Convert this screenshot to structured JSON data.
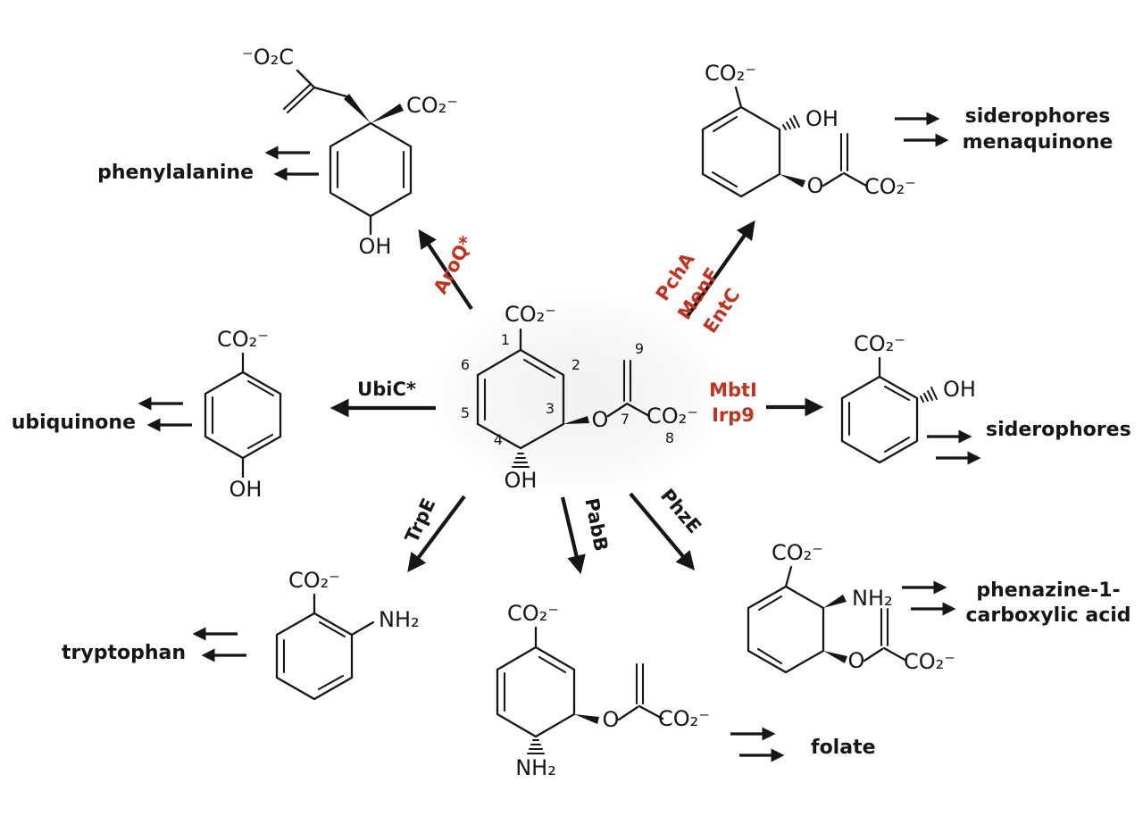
{
  "colors": {
    "enzyme_label": "#c5301f",
    "ink": "#161616"
  },
  "chem_labels": {
    "carboxylate": "CO₂⁻",
    "carboxylate_left": "⁻O₂C",
    "hydroxyl": "OH",
    "amine": "NH₂",
    "ether_oxygen": "O"
  },
  "ring_numbers": [
    "1",
    "2",
    "3",
    "4",
    "5",
    "6",
    "7",
    "8",
    "9"
  ],
  "enzymes": {
    "aroq": "AroQ*",
    "pcha": "PchA",
    "menf": "MenF",
    "entc": "EntC",
    "ubic": "UbiC*",
    "mbti": "MbtI",
    "irp9": "Irp9",
    "trpe": "TrpE",
    "pabb": "PabB",
    "phze": "PhzE"
  },
  "products": {
    "phenylalanine": "phenylalanine",
    "siderophores_top": "siderophores",
    "menaquinone": "menaquinone",
    "ubiquinone": "ubiquinone",
    "siderophores_right": "siderophores",
    "tryptophan": "tryptophan",
    "folate": "folate",
    "phenazine_line1": "phenazine-1-",
    "phenazine_line2": "carboxylic acid"
  }
}
